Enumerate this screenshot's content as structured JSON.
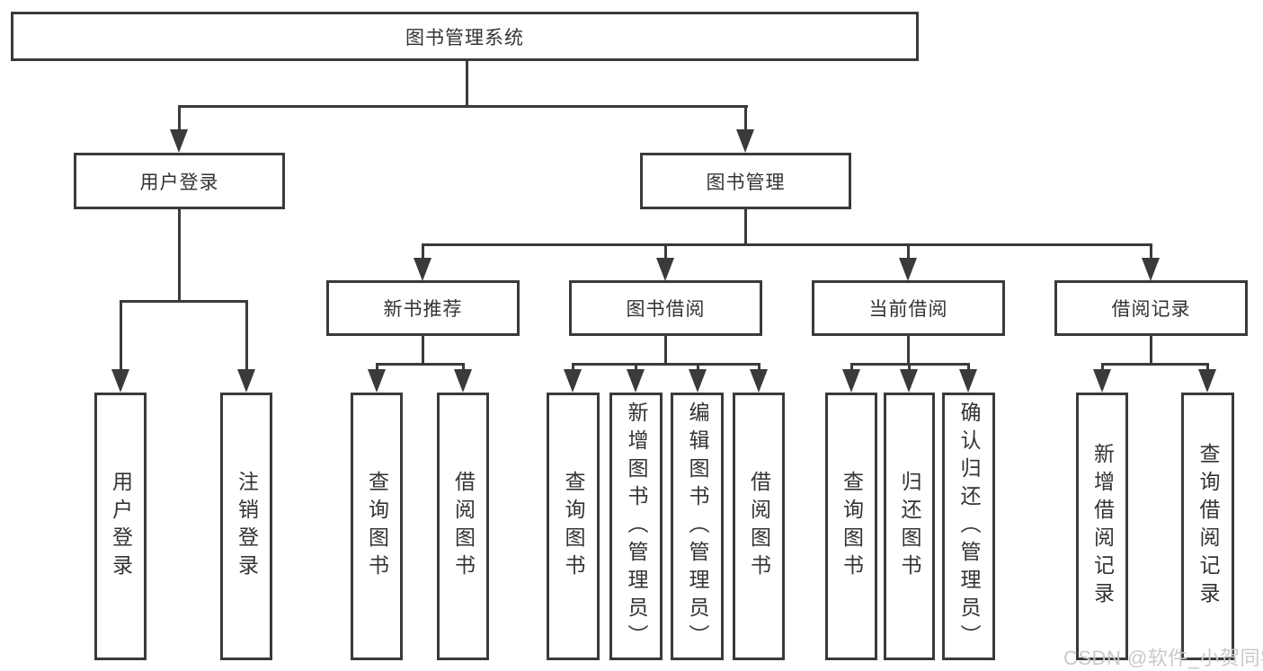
{
  "diagram": {
    "root": {
      "label": "图书管理系统"
    },
    "level1": [
      {
        "label": "用户登录"
      },
      {
        "label": "图书管理"
      }
    ],
    "level2": [
      {
        "label": "新书推荐"
      },
      {
        "label": "图书借阅"
      },
      {
        "label": "当前借阅"
      },
      {
        "label": "借阅记录"
      }
    ],
    "leaves": {
      "user_login": [
        "用户登录",
        "注销登录"
      ],
      "new_books": [
        "查询图书",
        "借阅图书"
      ],
      "book_borrow": [
        "查询图书",
        "新增图书（管理员）",
        "编辑图书（管理员）",
        "借阅图书"
      ],
      "current_borrow": [
        "查询图书",
        "归还图书",
        "确认归还（管理员）"
      ],
      "borrow_records": [
        "新增借阅记录",
        "查询借阅记录"
      ]
    }
  },
  "watermark": {
    "text": "CSDN @软件_小贺同学"
  },
  "colors": {
    "line": "#3a3a3a",
    "text": "#333333",
    "watermark": "#c9c9c9",
    "background": "#ffffff"
  }
}
